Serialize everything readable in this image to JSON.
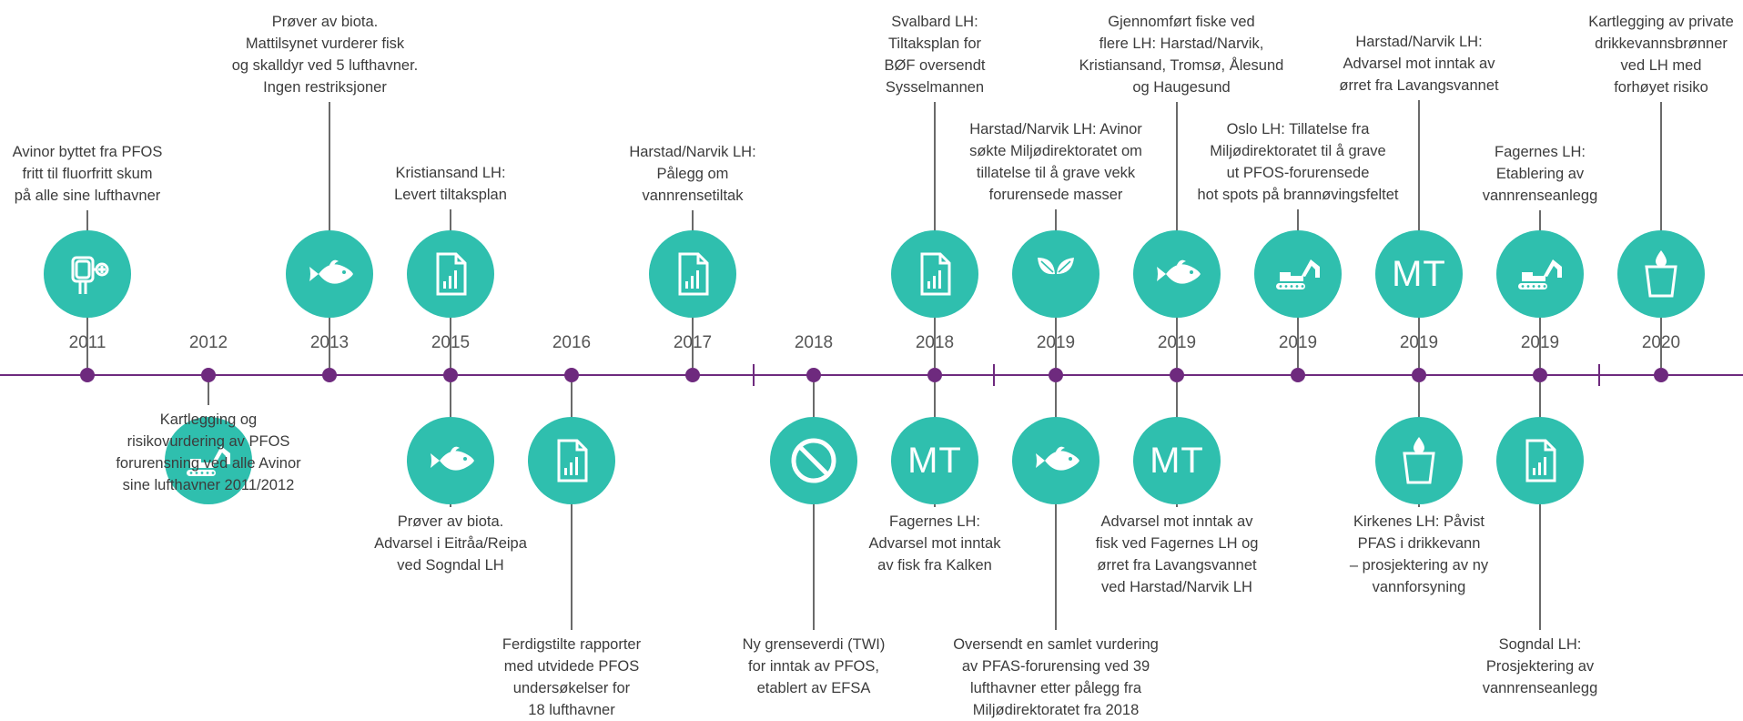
{
  "events": [
    {
      "year": "2011",
      "side": "top",
      "icon": "fire-hose-icon",
      "text": [
        "Avinor byttet fra PFOS",
        "fritt til fluorfritt skum",
        "på alle sine lufthavner"
      ]
    },
    {
      "year": "2012",
      "side": "bottom",
      "icon": "excavator-icon",
      "text": [
        "Kartlegging og",
        "risikovurdering av PFOS",
        "forurensning ved alle Avinor",
        "sine lufthavner 2011/2012"
      ]
    },
    {
      "year": "2013",
      "side": "top",
      "icon": "fish-icon",
      "text": [
        "Prøver av biota.",
        "Mattilsynet vurderer fisk",
        "og skalldyr ved 5 lufthavner.",
        "Ingen restriksjoner"
      ]
    },
    {
      "year": "2015",
      "side": "top",
      "icon": "document-icon",
      "text": [
        "Kristiansand LH:",
        "Levert tiltaksplan"
      ]
    },
    {
      "year": "2015",
      "side": "bottom",
      "icon": "fish-icon",
      "text": [
        "Prøver av biota.",
        "Advarsel i Eitråa/Reipa",
        "ved Sogndal LH"
      ]
    },
    {
      "year": "2016",
      "side": "bottom",
      "icon": "document-icon",
      "text": [
        "Ferdigstilte rapporter",
        "med utvidede PFOS",
        "undersøkelser for",
        "18 lufthavner"
      ]
    },
    {
      "year": "2017",
      "side": "top",
      "icon": "document-icon",
      "text": [
        "Harstad/Narvik LH:",
        "Pålegg om",
        "vannrensetiltak"
      ]
    },
    {
      "year": "2018",
      "side": "bottom",
      "icon": "prohibited-icon",
      "text": [
        "Ny grenseverdi (TWI)",
        "for inntak av PFOS,",
        "etablert av EFSA"
      ]
    },
    {
      "year": "2018",
      "side": "top",
      "icon": "document-icon",
      "text": [
        "Svalbard LH:",
        "Tiltaksplan for",
        "BØF oversendt",
        "Sysselmannen"
      ]
    },
    {
      "year": "2018",
      "side": "bottom",
      "icon": "mt-icon",
      "icon_text": "MT",
      "text": [
        "Fagernes LH:",
        "Advarsel mot inntak",
        "av fisk fra Kalken"
      ]
    },
    {
      "year": "2019",
      "side": "top",
      "icon": "plant-icon",
      "text": [
        "Harstad/Narvik LH: Avinor",
        "søkte Miljødirektoratet om",
        "tillatelse til å grave vekk",
        "forurensede masser"
      ]
    },
    {
      "year": "2019",
      "side": "bottom",
      "icon": "fish-icon",
      "text": [
        "Oversendt en samlet vurdering",
        "av PFAS-forurensing ved 39",
        "lufthavner etter pålegg fra",
        "Miljødirektoratet fra 2018"
      ]
    },
    {
      "year": "2019",
      "side": "top",
      "icon": "fish-icon",
      "text": [
        "Gjennomført fiske ved",
        "flere LH: Harstad/Narvik,",
        "Kristiansand, Tromsø, Ålesund",
        "og Haugesund"
      ]
    },
    {
      "year": "2019",
      "side": "bottom",
      "icon": "mt-icon",
      "icon_text": "MT",
      "text": [
        "Advarsel mot inntak av",
        "fisk ved Fagernes LH og",
        "ørret fra Lavangsvannet",
        "ved Harstad/Narvik LH"
      ]
    },
    {
      "year": "2019",
      "side": "top",
      "icon": "excavator-icon",
      "text": [
        "Oslo LH:  Tillatelse fra",
        "Miljødirektoratet til å grave",
        "ut PFOS-forurensede",
        "hot spots på brannøvingsfeltet"
      ]
    },
    {
      "year": "2019",
      "side": "top",
      "icon": "mt-icon",
      "icon_text": "MT",
      "text": [
        "Harstad/Narvik LH:",
        "Advarsel mot inntak av",
        "ørret fra Lavangsvannet"
      ]
    },
    {
      "year": "2019",
      "side": "bottom",
      "icon": "water-glass-icon",
      "text": [
        "Kirkenes LH: Påvist",
        "PFAS i drikkevann",
        "– prosjektering av ny",
        "vannforsyning"
      ]
    },
    {
      "year": "2019",
      "side": "top",
      "icon": "excavator-icon",
      "text": [
        "Fagernes LH:",
        "Etablering av",
        "vannrenseanlegg"
      ]
    },
    {
      "year": "2019",
      "side": "bottom",
      "icon": "document-icon",
      "text": [
        "Sogndal LH:",
        "Prosjektering av",
        "vannrenseanlegg"
      ]
    },
    {
      "year": "2020",
      "side": "top",
      "icon": "water-glass-icon",
      "text": [
        "Kartlegging av private",
        "drikkevannsbrønner",
        "ved LH med",
        "forhøyet risiko"
      ]
    }
  ]
}
